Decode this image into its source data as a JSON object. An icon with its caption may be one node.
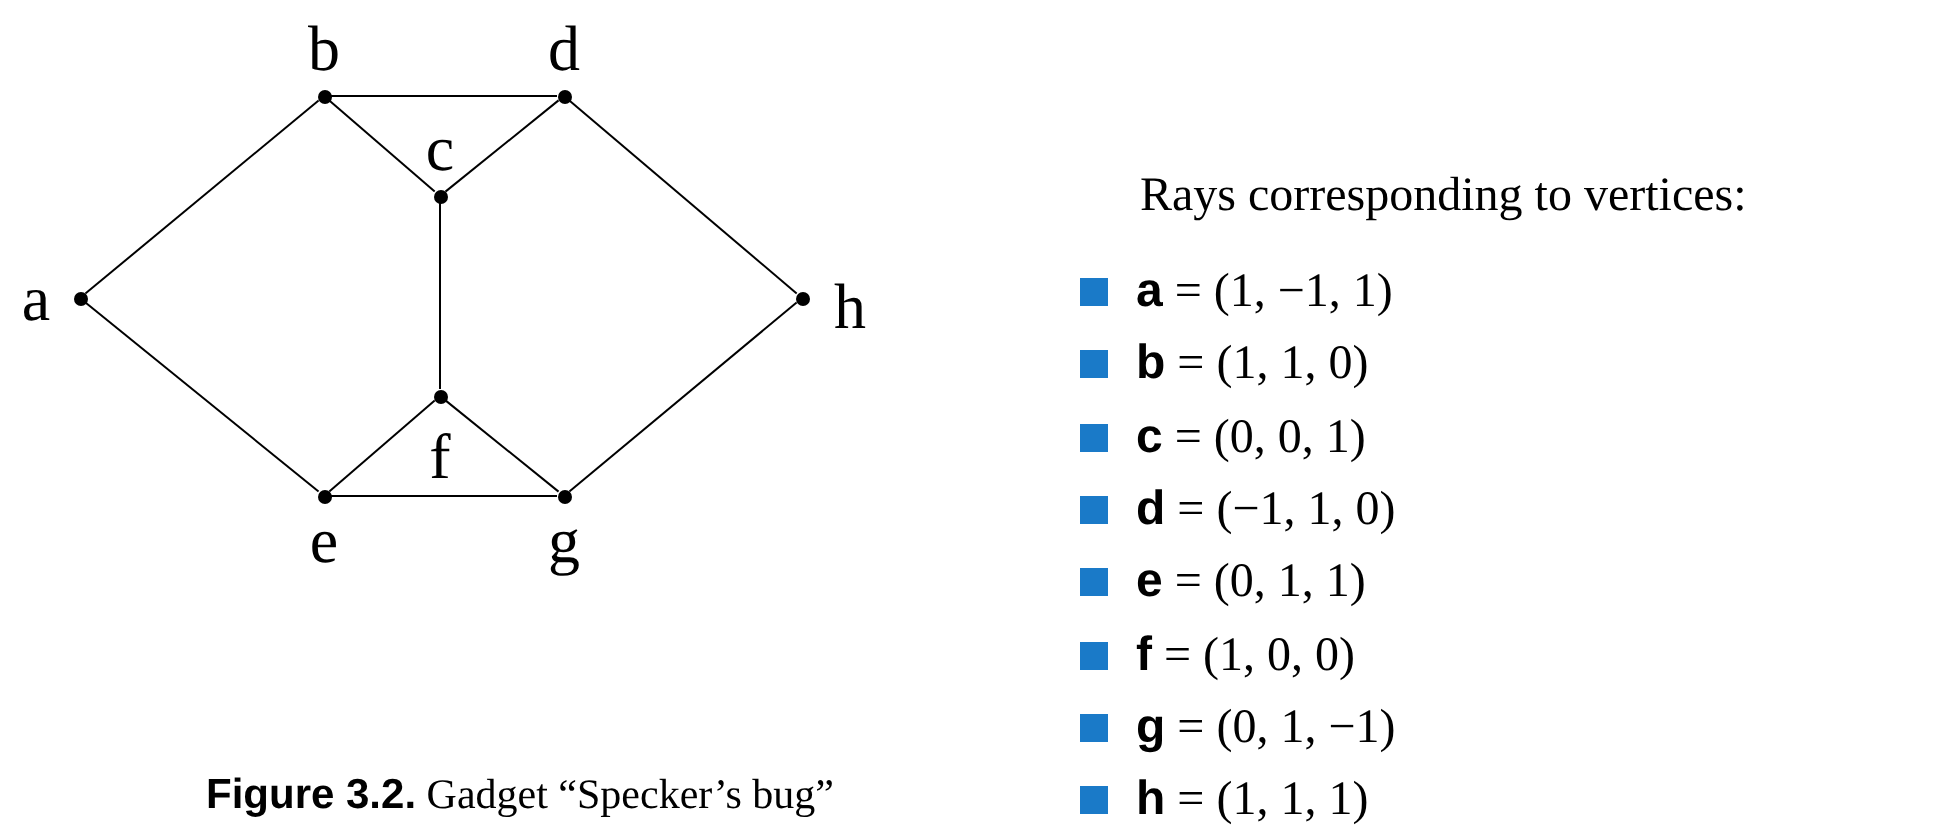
{
  "diagram": {
    "caption": "**Figure 3.2.** Gadget “Specker’s bug”",
    "nodes": [
      {
        "text": [],
        "shape": "circle",
        "beside": [
          "a"
        ]
      },
      {
        "text": [],
        "shape": "circle",
        "beside": [
          "b"
        ]
      },
      {
        "text": [],
        "shape": "circle",
        "beside": [
          "c"
        ]
      },
      {
        "text": [],
        "shape": "circle",
        "beside": [
          "d"
        ]
      },
      {
        "text": [],
        "shape": "circle",
        "beside": [
          "h"
        ]
      },
      {
        "text": [],
        "shape": "circle",
        "beside": [
          "f"
        ]
      },
      {
        "text": [],
        "shape": "circle",
        "beside": [
          "e"
        ]
      },
      {
        "text": [],
        "shape": "circle",
        "beside": [
          "g"
        ]
      }
    ],
    "edges": [
      {
        "from": 0,
        "to": 1,
        "arrow": "none"
      },
      {
        "from": 0,
        "to": 6,
        "arrow": "none"
      },
      {
        "from": 1,
        "to": 3,
        "arrow": "none"
      },
      {
        "from": 1,
        "to": 2,
        "arrow": "none"
      },
      {
        "from": 2,
        "to": 3,
        "arrow": "none"
      },
      {
        "from": 2,
        "to": 5,
        "arrow": "none"
      },
      {
        "from": 3,
        "to": 4,
        "arrow": "none"
      },
      {
        "from": 6,
        "to": 5,
        "arrow": "none"
      },
      {
        "from": 6,
        "to": 7,
        "arrow": "none"
      },
      {
        "from": 5,
        "to": 7,
        "arrow": "none"
      },
      {
        "from": 7,
        "to": 4,
        "arrow": "none"
      }
    ],
    "labels": [
      "Rays corresponding to vertices:"
    ],
    "legend": [
      {
        "text": "**a** = (1, −1, 1)",
        "color": "#1a7ac8"
      },
      {
        "text": "**b** = (1, 1, 0)",
        "color": "#1a7ac8"
      },
      {
        "text": "**c** = (0, 0, 1)",
        "color": "#1a7ac8"
      },
      {
        "text": "**d** = (−1, 1, 0)",
        "color": "#1a7ac8"
      },
      {
        "text": "**e** = (0, 1, 1)",
        "color": "#1a7ac8"
      },
      {
        "text": "**f** = (1, 0, 0)",
        "color": "#1a7ac8"
      },
      {
        "text": "**g** = (0, 1, −1)",
        "color": "#1a7ac8"
      },
      {
        "text": "**h** = (1, 1, 1)",
        "color": "#1a7ac8"
      }
    ]
  }
}
